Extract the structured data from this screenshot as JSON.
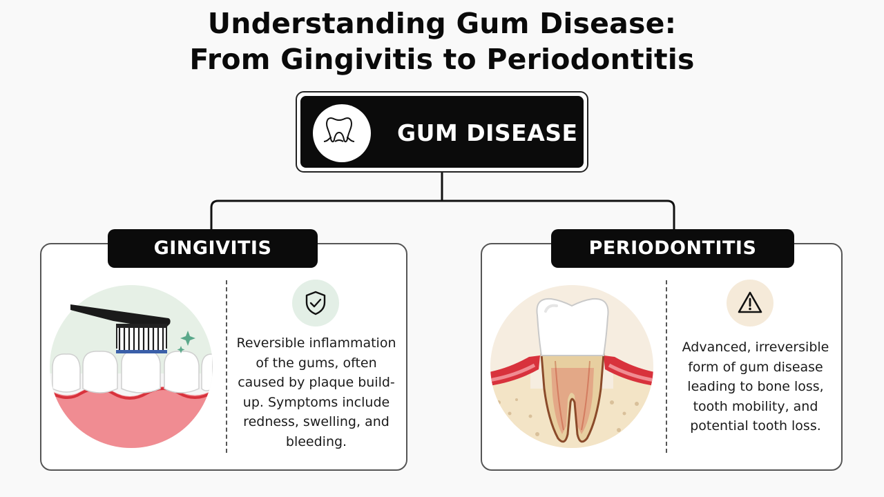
{
  "title": {
    "line1": "Understanding Gum Disease:",
    "line2": "From Gingivitis to Periodontitis"
  },
  "root": {
    "label": "GUM DISEASE",
    "icon": "tooth-gum-icon"
  },
  "branches": [
    {
      "label": "GINGIVITIS",
      "badge_icon": "shield-check-icon",
      "illustration": "toothbrush-teeth-gums",
      "description": "Reversible inflammation of the gums, often caused by plaque build-up. Symptoms include redness, swelling, and bleeding."
    },
    {
      "label": "PERIODONTITIS",
      "badge_icon": "warning-triangle-icon",
      "illustration": "tooth-bone-loss",
      "description": "Advanced, irreversible form of gum disease leading to bone loss, tooth mobility, and potential tooth loss."
    }
  ],
  "colors": {
    "box_fill": "#0b0b0b",
    "gum_pink": "#f08c92",
    "inflamed_red": "#d8323c",
    "healthy_badge": "#e3efe6",
    "warning_badge": "#f5ead9",
    "bone": "#f3e4c6"
  }
}
